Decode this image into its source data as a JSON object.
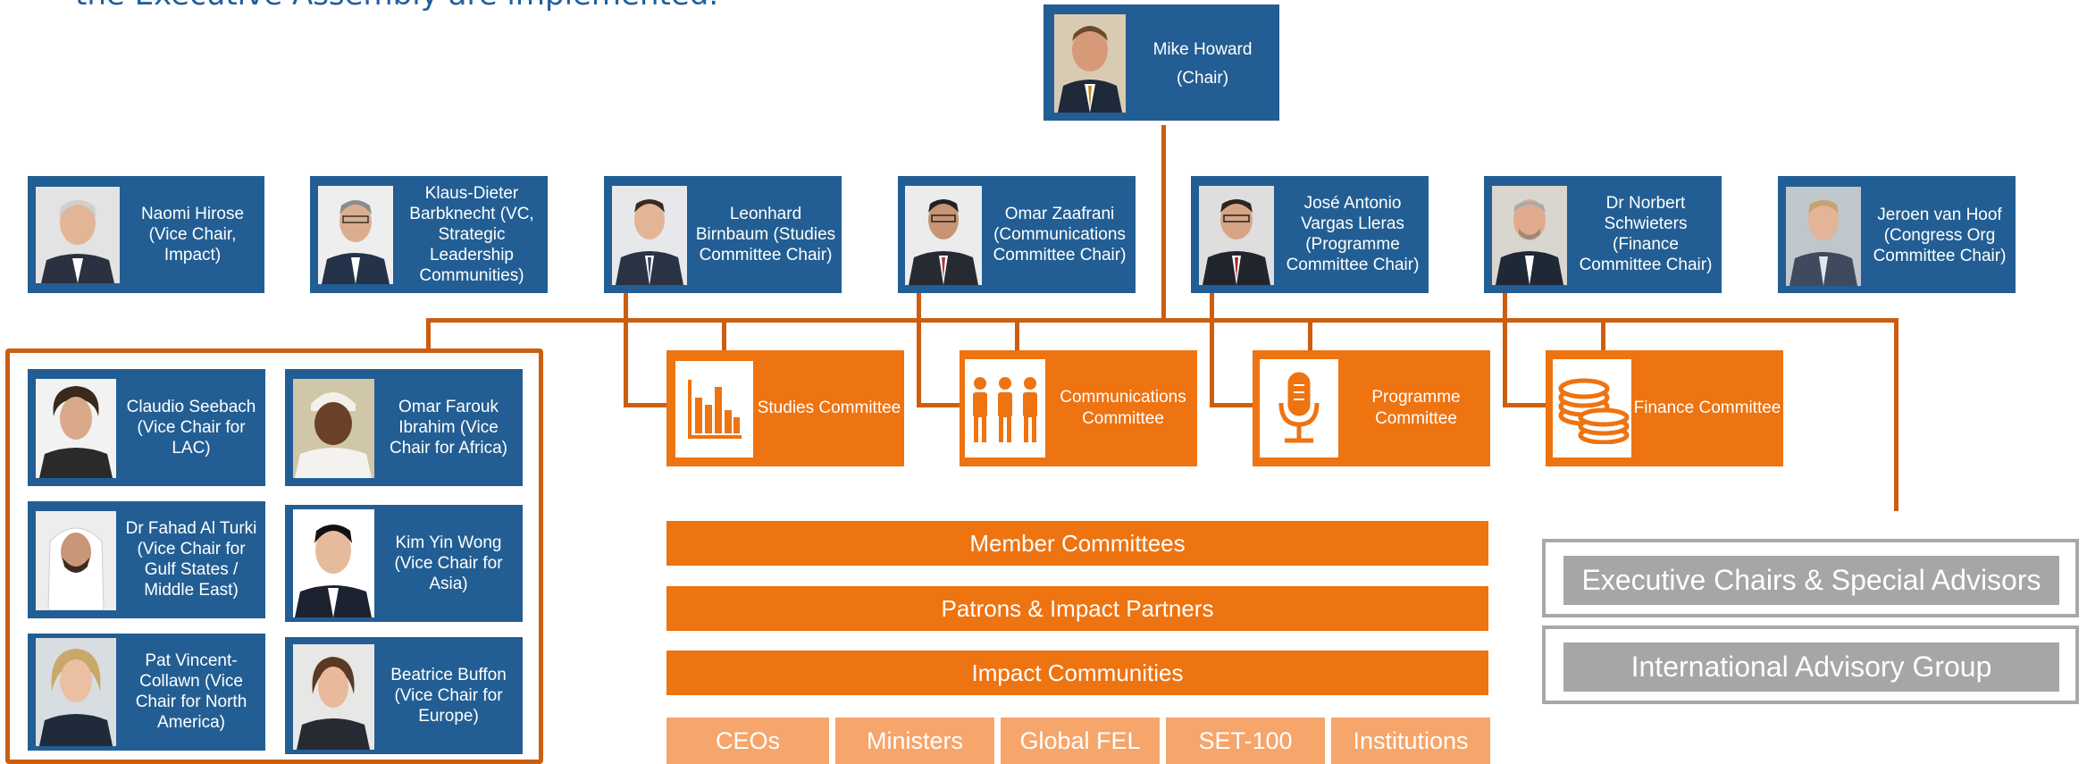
{
  "header_note": "the Executive Assembly are implemented.",
  "chair": {
    "name": "Mike Howard",
    "role": "(Chair)"
  },
  "vice_chairs_top": [
    "Naomi Hirose (Vice Chair, Impact)",
    "Klaus-Dieter Barbknecht (VC, Strategic Leadership Communities)",
    "Leonhard Birnbaum (Studies Committee Chair)",
    "Omar Zaafrani (Communications Committee Chair)",
    "José Antonio Vargas Lleras (Programme Committee Chair)",
    "Dr Norbert Schwieters (Finance Committee Chair)",
    "Jeroen van Hoof (Congress Org Committee Chair)"
  ],
  "regional_vice_chairs": [
    "Claudio Seebach (Vice Chair for LAC)",
    "Omar Farouk Ibrahim (Vice Chair for Africa)",
    "Dr Fahad Al Turki (Vice Chair for Gulf States / Middle East)",
    "Kim Yin Wong (Vice Chair for Asia)",
    "Pat Vincent-Collawn (Vice Chair for North America)",
    "Beatrice Buffon (Vice Chair for Europe)"
  ],
  "committees": [
    {
      "label": "Studies Committee",
      "icon": "bar-chart-icon"
    },
    {
      "label": "Communications Committee",
      "icon": "people-icon"
    },
    {
      "label": "Programme Committee",
      "icon": "microphone-icon"
    },
    {
      "label": "Finance Committee",
      "icon": "coins-icon"
    }
  ],
  "bars": [
    "Member Committees",
    "Patrons & Impact Partners",
    "Impact Communities"
  ],
  "sub_boxes": [
    "CEOs",
    "Ministers",
    "Global FEL",
    "SET-100",
    "Institutions"
  ],
  "advisory": [
    "Executive Chairs & Special Advisors",
    "International Advisory Group"
  ],
  "colors": {
    "blue": "#225e93",
    "orange": "#ee7311",
    "line": "#cc5e10",
    "light_orange": "#f6a56b",
    "gray": "#a6a6a6"
  }
}
